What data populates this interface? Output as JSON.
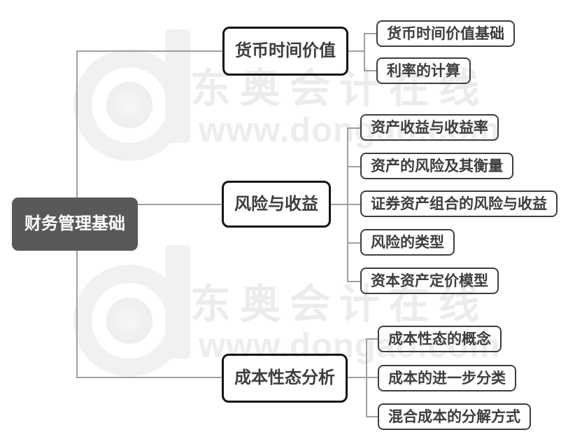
{
  "root": {
    "label": "财务管理基础"
  },
  "branches": [
    {
      "label": "货币时间价值",
      "children": [
        "货币时间价值基础",
        "利率的计算"
      ]
    },
    {
      "label": "风险与收益",
      "children": [
        "资产收益与收益率",
        "资产的风险及其衡量",
        "证券资产组合的风险与收益",
        "风险的类型",
        "资本资产定价模型"
      ]
    },
    {
      "label": "成本性态分析",
      "children": [
        "成本性态的概念",
        "成本的进一步分类",
        "混合成本的分解方式"
      ]
    }
  ],
  "watermark": {
    "brand": "东奥会计在线",
    "url": "www.dongao.com"
  },
  "colors": {
    "root_fill": "#58595b",
    "root_text": "#ffffff",
    "branch_border": "#141414",
    "leaf_border": "#3e3e3e",
    "node_text": "#3d3d3d",
    "connector": "#a0a0a0",
    "watermark": "#ececee",
    "background": "#ffffff"
  }
}
